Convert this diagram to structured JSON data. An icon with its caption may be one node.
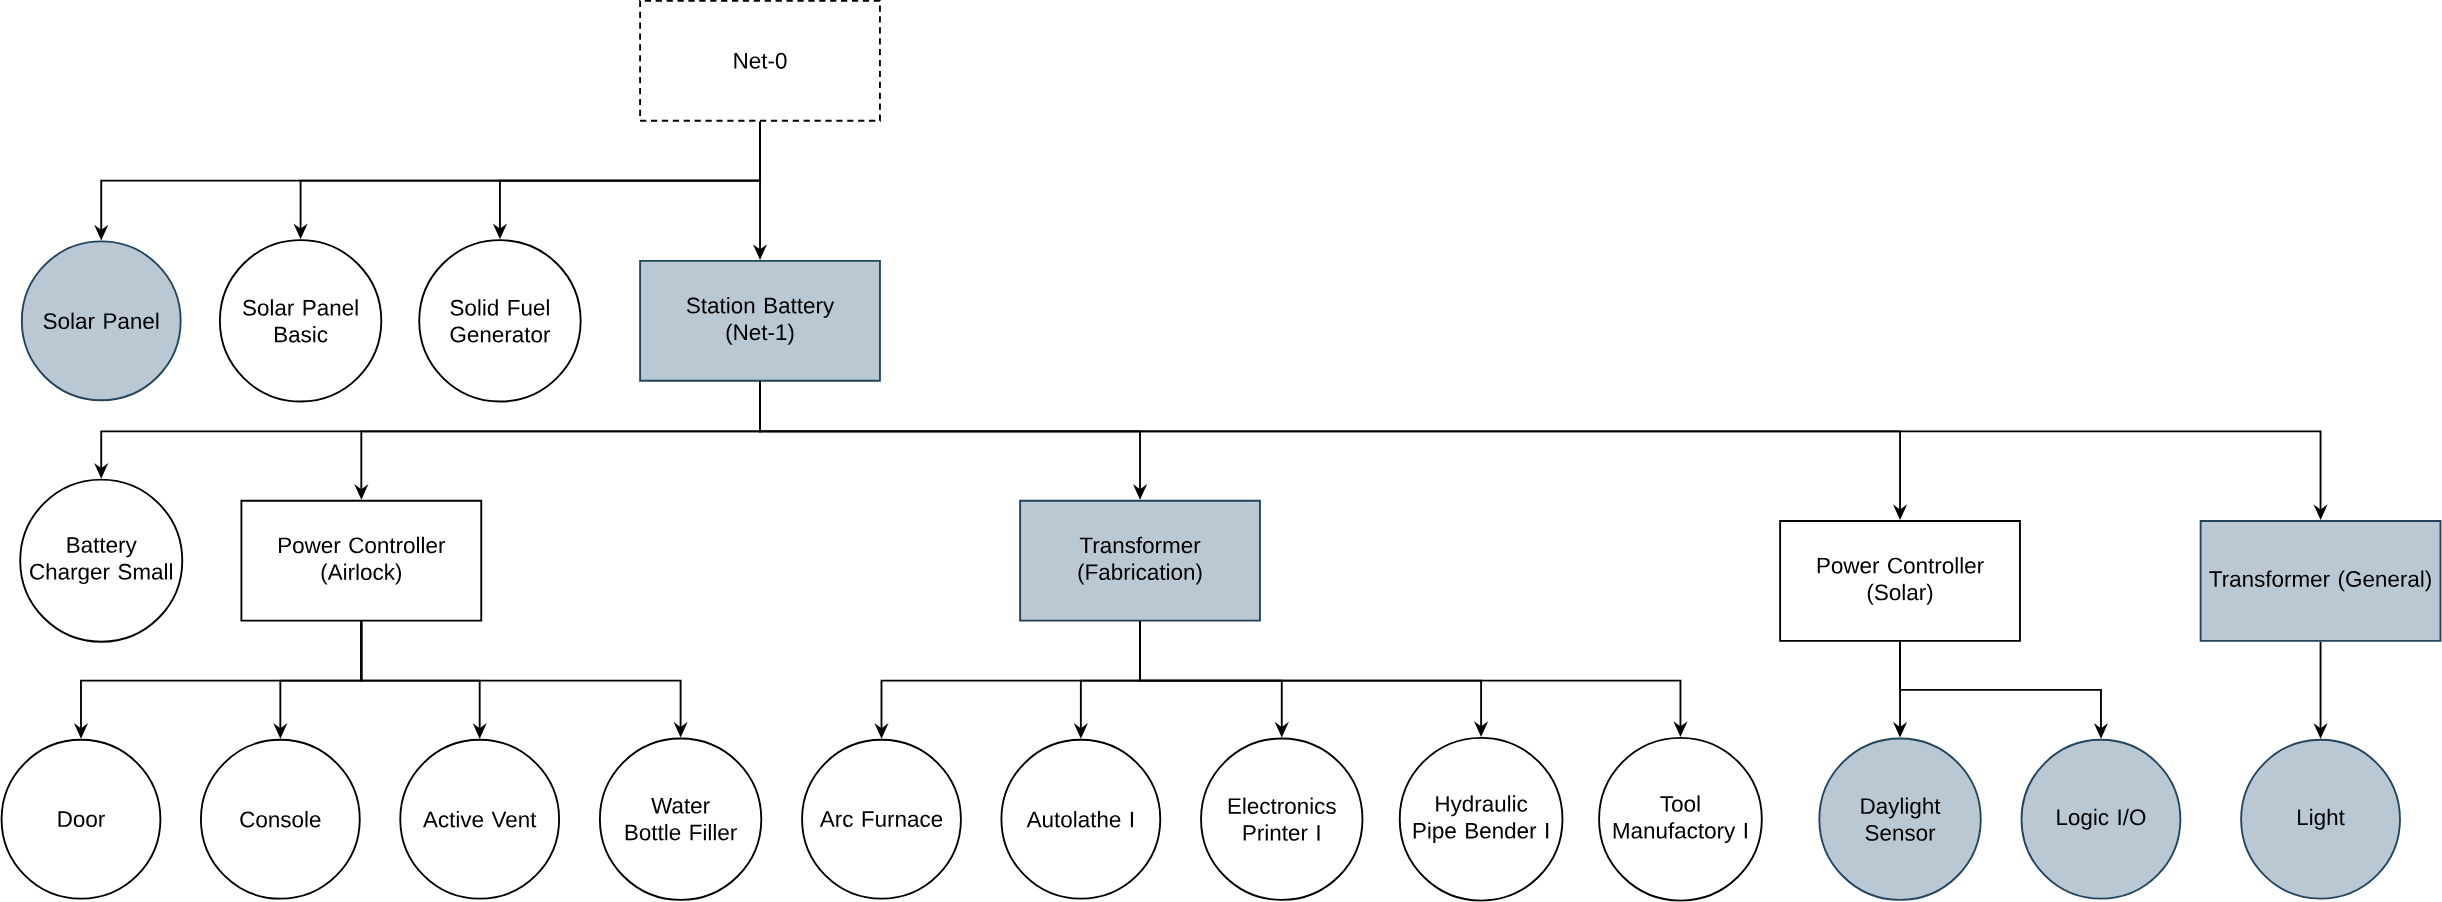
{
  "diagram": {
    "nodes": [
      {
        "text": [
          "Net-0"
        ]
      },
      {
        "text": [
          "Solar Panel"
        ]
      },
      {
        "text": [
          "Solar Panel Basic"
        ]
      },
      {
        "text": [
          "Solid Fuel Generator"
        ]
      },
      {
        "text": [
          "Station Battery (Net-1)"
        ]
      },
      {
        "text": [
          "Battery Charger Small"
        ]
      },
      {
        "text": [
          "Power Controller (Airlock)"
        ]
      },
      {
        "text": [
          "Transformer (Fabrication)"
        ]
      },
      {
        "text": [
          "Power Controller (Solar)"
        ]
      },
      {
        "text": [
          "Transformer (General)"
        ]
      },
      {
        "text": [
          "Door"
        ]
      },
      {
        "text": [
          "Console"
        ]
      },
      {
        "text": [
          "Active Vent"
        ]
      },
      {
        "text": [
          "Water Bottle Filler"
        ]
      },
      {
        "text": [
          "Arc Furnace"
        ]
      },
      {
        "text": [
          "Autolathe I"
        ]
      },
      {
        "text": [
          "Electronics Printer I"
        ]
      },
      {
        "text": [
          "Hydraulic Pipe Bender I"
        ]
      },
      {
        "text": [
          "Tool Manufactory I"
        ]
      },
      {
        "text": [
          "Daylight Sensor"
        ]
      },
      {
        "text": [
          "Logic I/O"
        ]
      },
      {
        "text": [
          "Light"
        ]
      }
    ],
    "edges": [
      {
        "from": 0,
        "to": 1,
        "arrow": "to"
      },
      {
        "from": 0,
        "to": 2,
        "arrow": "to"
      },
      {
        "from": 0,
        "to": 3,
        "arrow": "to"
      },
      {
        "from": 0,
        "to": 4,
        "arrow": "to"
      },
      {
        "from": 4,
        "to": 5,
        "arrow": "to"
      },
      {
        "from": 4,
        "to": 6,
        "arrow": "to"
      },
      {
        "from": 4,
        "to": 7,
        "arrow": "to"
      },
      {
        "from": 4,
        "to": 8,
        "arrow": "to"
      },
      {
        "from": 4,
        "to": 9,
        "arrow": "to"
      },
      {
        "from": 6,
        "to": 10,
        "arrow": "to"
      },
      {
        "from": 6,
        "to": 11,
        "arrow": "to"
      },
      {
        "from": 6,
        "to": 12,
        "arrow": "to"
      },
      {
        "from": 6,
        "to": 13,
        "arrow": "to"
      },
      {
        "from": 7,
        "to": 14,
        "arrow": "to"
      },
      {
        "from": 7,
        "to": 15,
        "arrow": "to"
      },
      {
        "from": 7,
        "to": 16,
        "arrow": "to"
      },
      {
        "from": 7,
        "to": 17,
        "arrow": "to"
      },
      {
        "from": 7,
        "to": 18,
        "arrow": "to"
      },
      {
        "from": 8,
        "to": 19,
        "arrow": "to"
      },
      {
        "from": 8,
        "to": 20,
        "arrow": "to"
      },
      {
        "from": 9,
        "to": 21,
        "arrow": "to"
      }
    ]
  }
}
